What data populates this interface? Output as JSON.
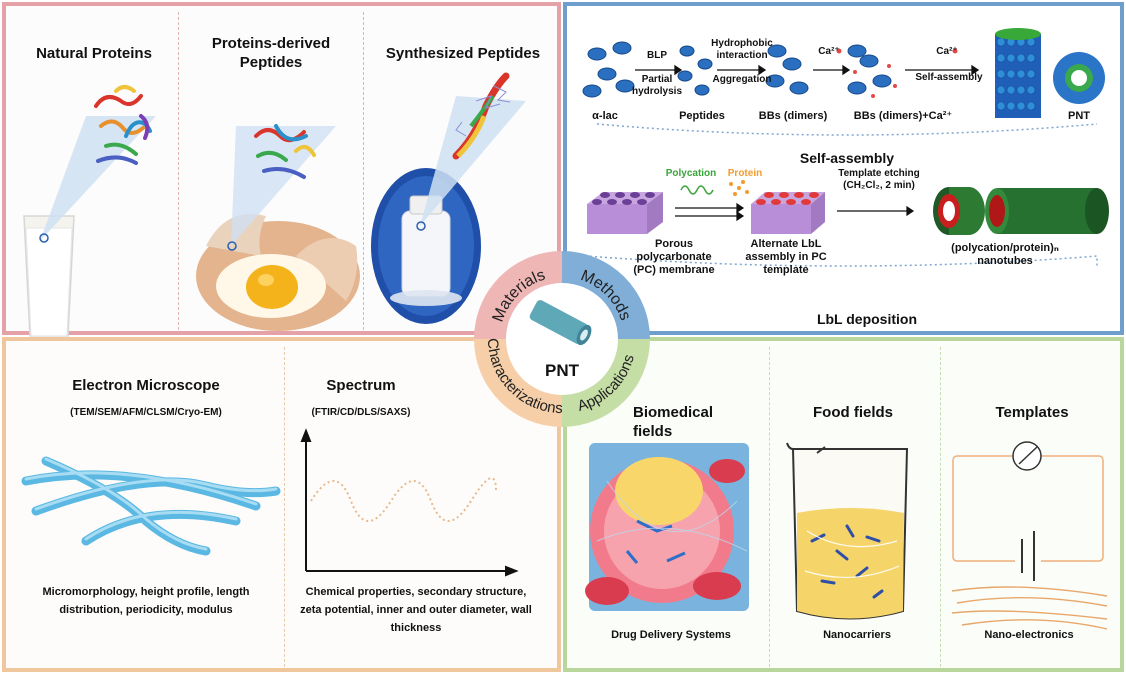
{
  "materials": {
    "col1_title": "Natural Proteins",
    "col2_title": "Proteins-derived Peptides",
    "col3_title": "Synthesized Peptides"
  },
  "methods": {
    "self_assembly": {
      "stage_labels": [
        "α-lac",
        "Peptides",
        "BBs (dimers)",
        "BBs (dimers)+Ca²⁺",
        "PNT"
      ],
      "arrow1_top": "BLP",
      "arrow1_bottom": "Partial hydrolysis",
      "arrow2_top": "Hydrophobic interaction",
      "arrow2_bottom": "Aggregation",
      "arrow3_top": "Ca²⁺",
      "arrow4_top": "Ca²⁺",
      "arrow4_bottom": "Self-assembly",
      "section_title": "Self-assembly"
    },
    "lbl": {
      "polycation": "Polycation",
      "protein": "Protein",
      "membrane_label": "Porous polycarbonate (PC) membrane",
      "assembly_label": "Alternate LbL assembly in PC template",
      "etching_label": "Template etching (CH₂Cl₂, 2 min)",
      "nanotube_label": "(polycation/protein)ₙ nanotubes",
      "section_title": "LbL deposition"
    }
  },
  "center": {
    "label": "PNT",
    "quadrants": [
      "Materials",
      "Methods",
      "Characterizations",
      "Applications"
    ]
  },
  "characterizations": {
    "col1_title": "Electron Microscope",
    "col1_subtitle": "(TEM/SEM/AFM/CLSM/Cryo-EM)",
    "col1_desc": "Micromorphology, height profile, length distribution, periodicity, modulus",
    "col2_title": "Spectrum",
    "col2_subtitle": "(FTIR/CD/DLS/SAXS)",
    "col2_desc": "Chemical properties, secondary structure, zeta potential, inner and outer diameter, wall thickness"
  },
  "applications": {
    "col1_title": "Biomedical fields",
    "col1_caption": "Drug Delivery Systems",
    "col2_title": "Food fields",
    "col2_caption": "Nanocarriers",
    "col3_title": "Templates",
    "col3_caption": "Nano-electronics"
  },
  "colors": {
    "materials_border": "#e5a1a8",
    "methods_border": "#6e9fcc",
    "characterizations_border": "#f0c79d",
    "applications_border": "#b9d79c",
    "nanotube_blue": "#6ec6ea",
    "polycation_green": "#3aa33a",
    "protein_orange": "#f39a2b"
  }
}
